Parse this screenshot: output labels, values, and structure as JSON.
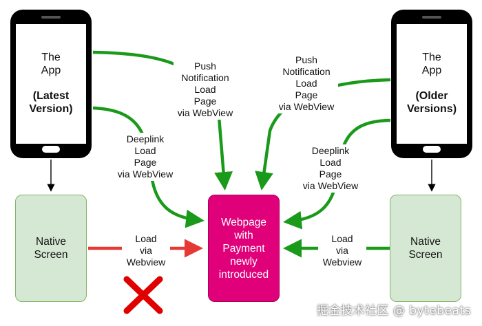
{
  "phones": {
    "latest": {
      "title": "The\nApp",
      "version": "(Latest\nVersion)"
    },
    "older": {
      "title": "The\nApp",
      "version": "(Older\nVersions)"
    }
  },
  "native_screen_left": "Native\nScreen",
  "native_screen_right": "Native\nScreen",
  "webpage": "Webpage\nwith\nPayment\nnewly\nintroduced",
  "labels": {
    "push_left": "Push\nNotification\nLoad\nPage\nvia WebView",
    "push_right": "Push\nNotification\nLoad\nPage\nvia WebView",
    "deeplink_left": "Deeplink\nLoad\nPage\nvia WebView",
    "deeplink_right": "Deeplink\nLoad\nPage\nvia WebView",
    "load_left": "Load\nvia\nWebview",
    "load_right": "Load\nvia\nWebview"
  },
  "watermark": "掘金技术社区 @ bytebeats",
  "colors": {
    "green_arrow": "#1a9a1a",
    "red_arrow": "#e53935",
    "webpage_fill": "#e0007a",
    "native_fill": "#d5e8d4",
    "native_border": "#82b366",
    "cross": "#e00000"
  }
}
